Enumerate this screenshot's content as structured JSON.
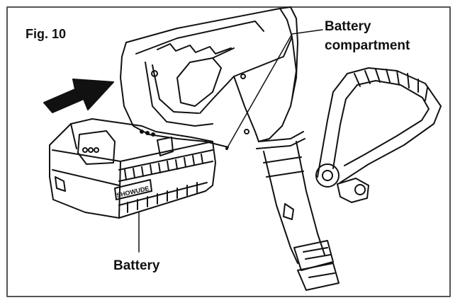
{
  "figure": {
    "label": "Fig. 10"
  },
  "callouts": {
    "battery_compartment_line1": "Battery",
    "battery_compartment_line2": "compartment",
    "battery": "Battery"
  },
  "product": {
    "brand_text": "SHOWUDE"
  },
  "colors": {
    "frame": "#555555",
    "ink": "#111111",
    "paper": "#ffffff"
  }
}
